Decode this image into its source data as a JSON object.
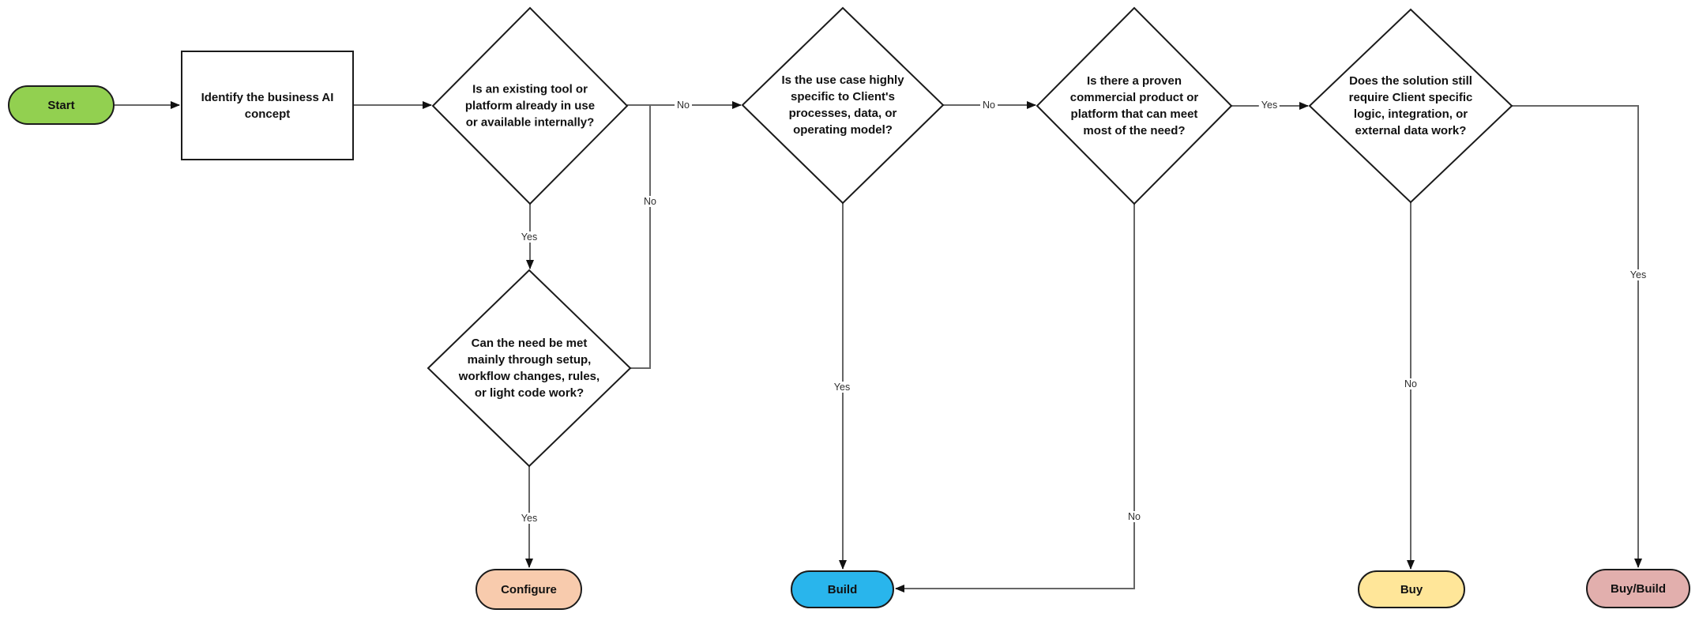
{
  "diagram": {
    "type": "decision-flowchart",
    "topic": "Configure vs Build vs Buy decision flow"
  },
  "colors": {
    "start_fill": "#92D050",
    "configure_fill": "#F8CBAD",
    "build_fill": "#29B5EC",
    "buy_fill": "#FFE699",
    "buy_build_fill": "#E2AFAD",
    "process_fill": "#FFFFFF",
    "shape_border": "#1B1B1B",
    "connector": "#666666"
  },
  "nodes": {
    "start": {
      "label": "Start"
    },
    "identify": {
      "label": "Identify the business AI\nconcept"
    },
    "decision_existing_tool": {
      "label": "Is an existing tool or\nplatform already in use\nor available internally?"
    },
    "decision_need_met_lightly": {
      "label": "Can the need be met\nmainly through setup,\nworkflow changes, rules,\nor light code work?"
    },
    "decision_use_case_specific": {
      "label": "Is the use case highly\nspecific to Client's\nprocesses, data, or\noperating model?"
    },
    "decision_commercial_product": {
      "label": "Is there a proven\ncommercial product or\nplatform that can meet\nmost of the need?"
    },
    "decision_client_specific_work": {
      "label": "Does the solution still\nrequire Client specific\nlogic, integration, or\nexternal data work?"
    },
    "configure": {
      "label": "Configure"
    },
    "build": {
      "label": "Build"
    },
    "buy": {
      "label": "Buy"
    },
    "buy_build": {
      "label": "Buy/Build"
    }
  },
  "edge_labels": {
    "existing_tool_yes": "Yes",
    "existing_tool_no": "No",
    "need_met_yes": "Yes",
    "need_met_no": "No",
    "use_case_yes": "Yes",
    "use_case_no": "No",
    "commercial_yes": "Yes",
    "commercial_no": "No",
    "client_work_yes": "Yes",
    "client_work_no": "No"
  }
}
